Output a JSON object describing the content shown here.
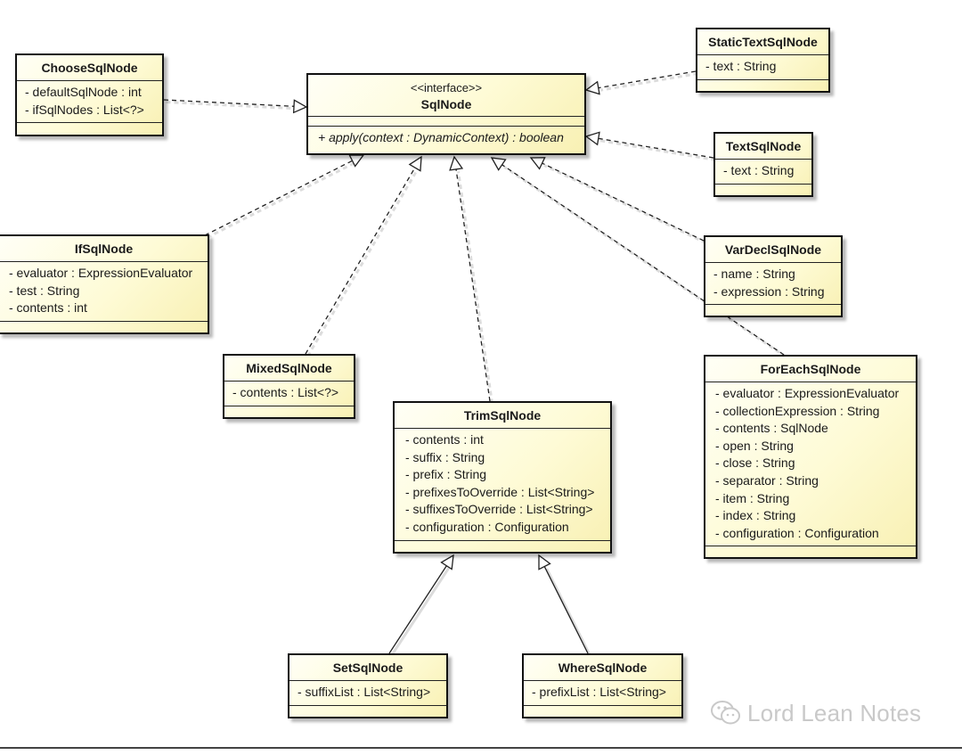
{
  "classes": {
    "sqlnode": {
      "stereotype": "<<interface>>",
      "name": "SqlNode",
      "operations": [
        "+ apply(context : DynamicContext) : boolean"
      ]
    },
    "choose": {
      "name": "ChooseSqlNode",
      "attributes": [
        "- defaultSqlNode : int",
        "- ifSqlNodes : List<?>"
      ]
    },
    "statictext": {
      "name": "StaticTextSqlNode",
      "attributes": [
        "- text : String"
      ]
    },
    "text": {
      "name": "TextSqlNode",
      "attributes": [
        "- text : String"
      ]
    },
    "vardecl": {
      "name": "VarDeclSqlNode",
      "attributes": [
        "- name : String",
        "- expression : String"
      ]
    },
    "ifnode": {
      "name": "IfSqlNode",
      "attributes": [
        "- evaluator : ExpressionEvaluator",
        "- test : String",
        "- contents : int"
      ]
    },
    "mixed": {
      "name": "MixedSqlNode",
      "attributes": [
        "- contents : List<?>"
      ]
    },
    "trim": {
      "name": "TrimSqlNode",
      "attributes": [
        "- contents : int",
        "- suffix : String",
        "- prefix : String",
        "- prefixesToOverride : List<String>",
        "- suffixesToOverride : List<String>",
        "- configuration : Configuration"
      ]
    },
    "foreach": {
      "name": "ForEachSqlNode",
      "attributes": [
        "- evaluator : ExpressionEvaluator",
        "- collectionExpression : String",
        "- contents : SqlNode",
        "- open : String",
        "- close : String",
        "- separator : String",
        "- item : String",
        "- index : String",
        "- configuration : Configuration"
      ]
    },
    "set": {
      "name": "SetSqlNode",
      "attributes": [
        "- suffixList : List<String>"
      ]
    },
    "where": {
      "name": "WhereSqlNode",
      "attributes": [
        "- prefixList : List<String>"
      ]
    }
  },
  "relations": [
    {
      "from": "choose",
      "to": "sqlnode",
      "kind": "realization"
    },
    {
      "from": "statictext",
      "to": "sqlnode",
      "kind": "realization"
    },
    {
      "from": "text",
      "to": "sqlnode",
      "kind": "realization"
    },
    {
      "from": "vardecl",
      "to": "sqlnode",
      "kind": "realization"
    },
    {
      "from": "ifnode",
      "to": "sqlnode",
      "kind": "realization"
    },
    {
      "from": "mixed",
      "to": "sqlnode",
      "kind": "realization"
    },
    {
      "from": "trim",
      "to": "sqlnode",
      "kind": "realization"
    },
    {
      "from": "foreach",
      "to": "sqlnode",
      "kind": "realization"
    },
    {
      "from": "set",
      "to": "trim",
      "kind": "generalization"
    },
    {
      "from": "where",
      "to": "trim",
      "kind": "generalization"
    }
  ],
  "watermark": {
    "text": "Lord Lean Notes",
    "icon": "wechat-icon"
  }
}
